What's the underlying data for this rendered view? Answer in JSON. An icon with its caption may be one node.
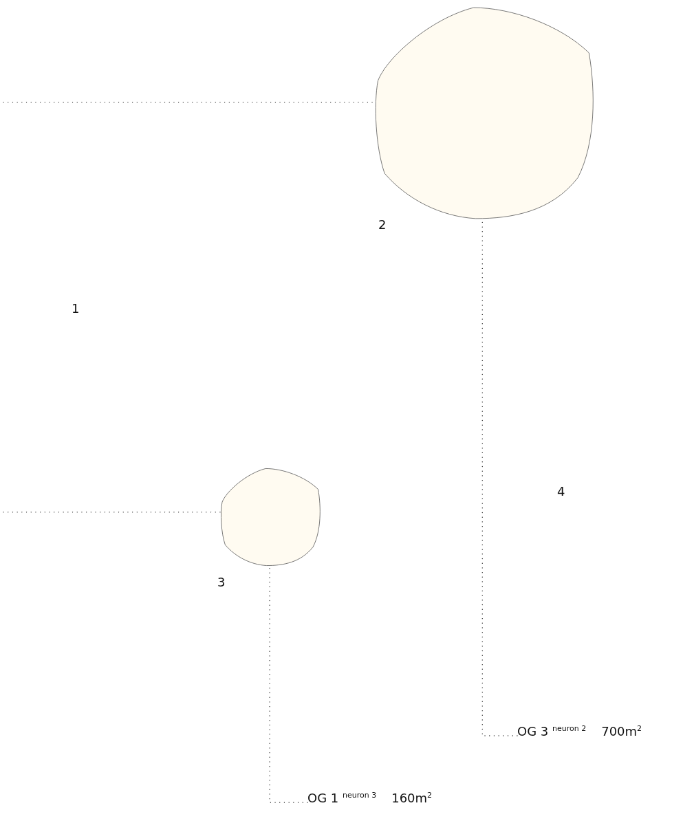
{
  "diagram": {
    "nodes": [
      {
        "text": [],
        "shape": "circle"
      },
      {
        "text": [],
        "shape": "circle"
      },
      {
        "text": [
          "OG 3 $^{neuron 2}$",
          "700m$^{2}$"
        ]
      },
      {
        "text": [
          "OG 1 $^{neuron 3}$",
          "160m$^{2}$"
        ]
      }
    ],
    "edges": [
      {
        "from": null,
        "to": 0,
        "arrow": "none"
      },
      {
        "from": 2,
        "to": 0,
        "arrow": "none"
      },
      {
        "from": null,
        "to": 1,
        "arrow": "none"
      },
      {
        "from": 3,
        "to": 1,
        "arrow": "none"
      }
    ],
    "labels": [
      "2",
      "1",
      "4",
      "3"
    ]
  }
}
